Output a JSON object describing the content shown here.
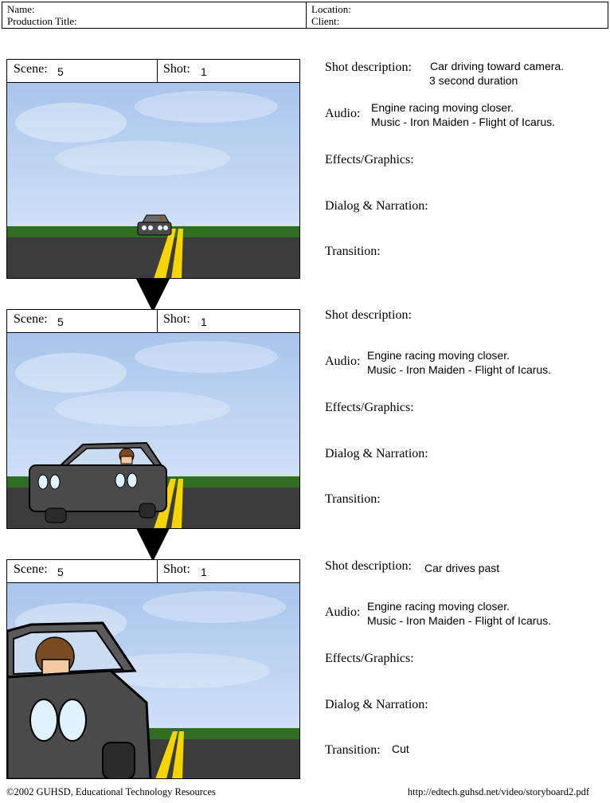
{
  "header": {
    "name_label": "Name:",
    "production_title_label": "Production Title:",
    "location_label": "Location:",
    "client_label": "Client:"
  },
  "labels": {
    "scene": "Scene:",
    "shot": "Shot:",
    "shot_description": "Shot description:",
    "audio": "Audio:",
    "effects_graphics": "Effects/Graphics:",
    "dialog_narration": "Dialog & Narration:",
    "transition": "Transition:"
  },
  "frames": [
    {
      "scene": "5",
      "shot": "1",
      "shot_description": [
        "Car driving toward camera.",
        "3 second duration"
      ],
      "audio": [
        "Engine racing moving closer.",
        "Music - Iron Maiden - Flight of Icarus."
      ],
      "effects_graphics": "",
      "dialog_narration": "",
      "transition": ""
    },
    {
      "scene": "5",
      "shot": "1",
      "shot_description": [
        "",
        ""
      ],
      "audio": [
        "Engine racing moving closer.",
        "Music - Iron Maiden - Flight of Icarus."
      ],
      "effects_graphics": "",
      "dialog_narration": "",
      "transition": ""
    },
    {
      "scene": "5",
      "shot": "1",
      "shot_description": [
        "Car drives past",
        ""
      ],
      "audio": [
        "Engine racing moving closer.",
        "Music - Iron Maiden - Flight of Icarus."
      ],
      "effects_graphics": "",
      "dialog_narration": "",
      "transition": "Cut"
    }
  ],
  "colors": {
    "sky": "#b3cdf0",
    "grass": "#2f6e22",
    "road": "#3c3c3c",
    "stripe": "#f5d400",
    "car": "#4a4a4a"
  },
  "footer": {
    "copyright": "©2002 GUHSD, Educational Technology Resources",
    "url": "http://edtech.guhsd.net/video/storyboard2.pdf"
  }
}
